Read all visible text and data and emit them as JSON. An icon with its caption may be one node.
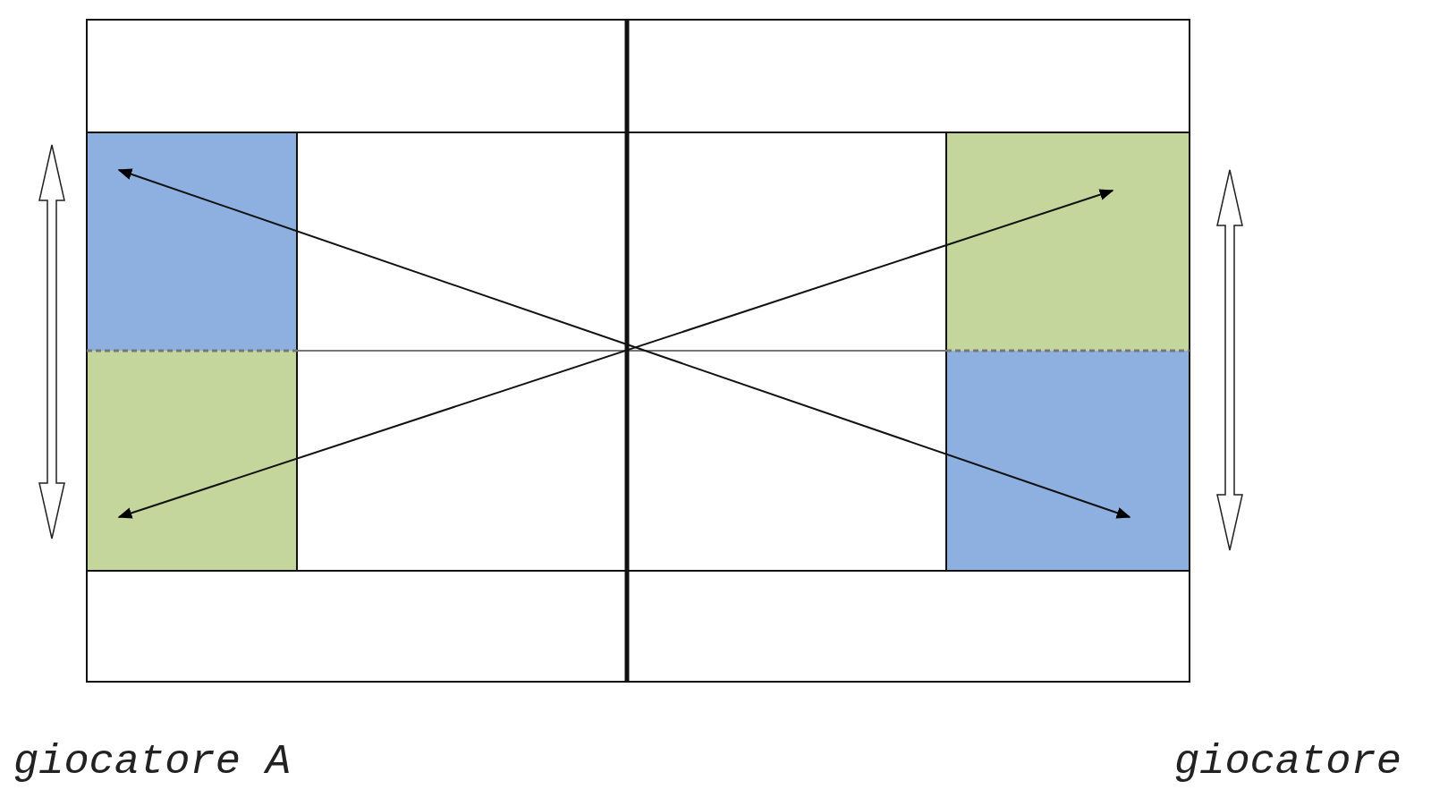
{
  "diagram": {
    "nodes": [
      {
        "text": [],
        "shape": "box"
      },
      {
        "text": [],
        "shape": "box"
      },
      {
        "text": [],
        "shape": "box"
      },
      {
        "text": [],
        "shape": "box"
      }
    ],
    "edges": [
      {
        "from": 0,
        "to": 3,
        "arrow": "both"
      },
      {
        "from": 1,
        "to": 2,
        "arrow": "both"
      },
      {
        "from": 0,
        "to": 1,
        "arrow": "both",
        "style": "thick"
      },
      {
        "from": 2,
        "to": 3,
        "arrow": "both",
        "style": "thick"
      }
    ],
    "labels": [
      "giocatore A",
      "giocatore"
    ]
  }
}
